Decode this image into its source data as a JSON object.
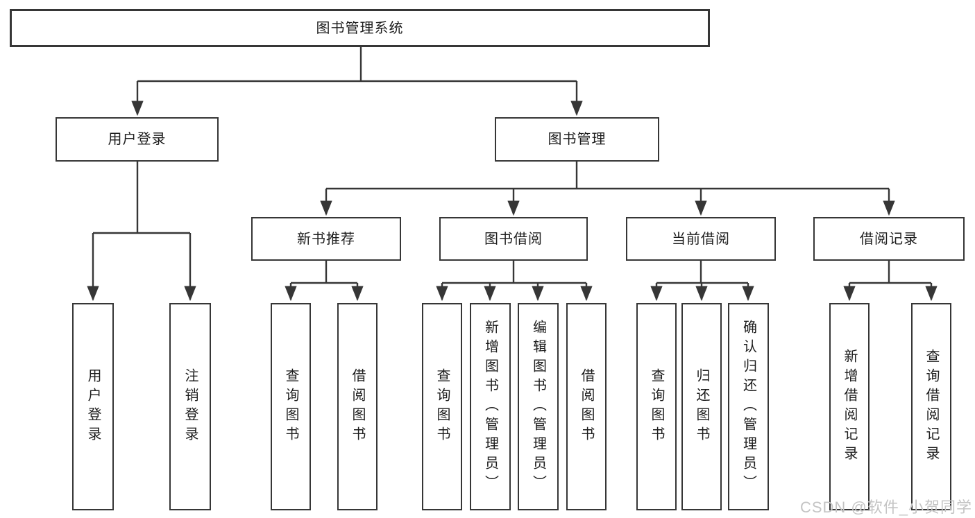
{
  "tree": {
    "root": "图书管理系统",
    "branches": [
      {
        "label": "用户登录",
        "children": [
          "用户登录",
          "注销登录"
        ]
      },
      {
        "label": "图书管理",
        "groups": [
          {
            "label": "新书推荐",
            "children": [
              "查询图书",
              "借阅图书"
            ]
          },
          {
            "label": "图书借阅",
            "children": [
              "查询图书",
              "新增图书（管理员）",
              "编辑图书（管理员）",
              "借阅图书"
            ]
          },
          {
            "label": "当前借阅",
            "children": [
              "查询图书",
              "归还图书",
              "确认归还（管理员）"
            ]
          },
          {
            "label": "借阅记录",
            "children": [
              "新增借阅记录",
              "查询借阅记录"
            ]
          }
        ]
      }
    ]
  },
  "watermark": {
    "text": "CSDN @软件_小贺同学"
  },
  "colors": {
    "line": "#363636",
    "text": "#1d1d1d",
    "background": "#ffffff",
    "watermark": "#c4c4c4"
  }
}
